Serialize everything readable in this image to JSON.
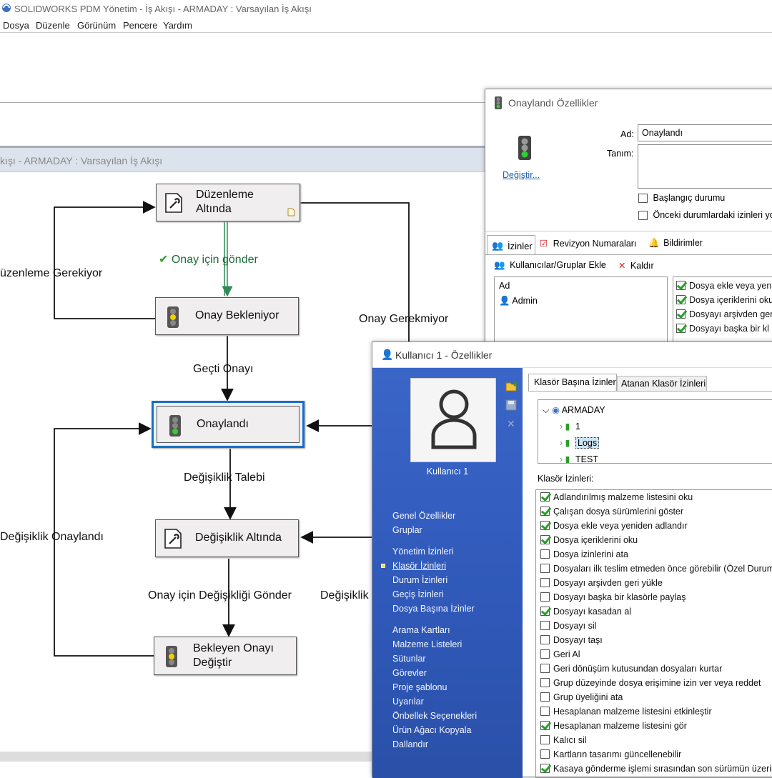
{
  "app": {
    "title": "SOLIDWORKS PDM Yönetim -  İş Akışı - ARMADAY : Varsayılan İş Akışı",
    "menu": [
      "Dosya",
      "Düzenle",
      "Görünüm",
      "Pencere",
      "Yardım"
    ]
  },
  "workflow_window": {
    "title": "kışı - ARMADAY : Varsayılan İş Akışı",
    "states": {
      "duzenleme": "Düzenleme Altında",
      "onay_bekleniyor": "Onay Bekleniyor",
      "onaylandi": "Onaylandı",
      "degisiklik": "Değişiklik Altında",
      "bekleyen": "Bekleyen Onayı Değiştir"
    },
    "transitions": {
      "onay_icin_gonder": "Onay için gönder",
      "duzenleme_gerekiyor": "üzenleme Gerekiyor",
      "onay_gerekmiyor": "Onay Gerekmiyor",
      "gecti_onayi": "Geçti Onayı",
      "degisiklik_talebi": "Değişiklik Talebi",
      "degisiklik_onaylandi": "Değişiklik Onaylandı",
      "onay_icin_degisikligi_gonder": "Onay için Değişikliği Gönder",
      "degisiklik_partial": "Değişiklik"
    }
  },
  "state_props": {
    "title": "Onaylandı Özellikler",
    "change_link": "Değiştir...",
    "ad_label": "Ad:",
    "ad_value": "Onaylandı",
    "tanim_label": "Tanım:",
    "baslangic": "Başlangıç durumu",
    "onceki": "Önceki durumlardaki izinleri yol",
    "tabs": [
      "İzinler",
      "Revizyon Numaraları",
      "Bildirimler"
    ],
    "add_users": "Kullanıcılar/Gruplar Ekle",
    "remove": "Kaldır",
    "list_header": "Ad",
    "list_items": [
      "Admin"
    ],
    "perms": [
      {
        "label": "Dosya ekle veya yeni",
        "on": true
      },
      {
        "label": "Dosya içeriklerini oku",
        "on": true
      },
      {
        "label": "Dosyayı arşivden ger",
        "on": true
      },
      {
        "label": "Dosyayı başka bir kl",
        "on": true
      }
    ]
  },
  "user_props": {
    "title": "Kullanıcı 1 - Özellikler",
    "user_name": "Kullanıcı 1",
    "nav": [
      "Genel Özellikler",
      "Gruplar",
      "",
      "Yönetim İzinleri",
      "Klasör İzinleri",
      "Durum İzinleri",
      "Geçiş İzinleri",
      "Dosya Başına İzinler",
      "",
      "Arama Kartları",
      "Malzeme Listeleri",
      "Sütunlar",
      "Görevler",
      "Proje şablonu",
      "Uyarılar",
      "Önbellek Seçenekleri",
      "Ürün Ağacı Kopyala",
      "Dallandır"
    ],
    "tabs": [
      "Klasör Başına İzinler",
      "Atanan Klasör İzinleri"
    ],
    "tree": {
      "root": "ARMADAY",
      "children": [
        "1",
        "Logs",
        "TEST"
      ]
    },
    "folder_perms_label": "Klasör İzinleri:",
    "perms": [
      {
        "label": "Adlandırılmış malzeme listesini oku",
        "on": true
      },
      {
        "label": "Çalışan dosya sürümlerini göster",
        "on": true
      },
      {
        "label": "Dosya ekle veya yeniden adlandır",
        "on": true
      },
      {
        "label": "Dosya içeriklerini oku",
        "on": true
      },
      {
        "label": "Dosya izinlerini ata",
        "on": false
      },
      {
        "label": "Dosyaları ilk teslim etmeden önce görebilir (Özel Durum)",
        "on": false
      },
      {
        "label": "Dosyayı arşivden geri yükle",
        "on": false
      },
      {
        "label": "Dosyayı başka bir klasörle paylaş",
        "on": false
      },
      {
        "label": "Dosyayı kasadan al",
        "on": true
      },
      {
        "label": "Dosyayı sil",
        "on": false
      },
      {
        "label": "Dosyayı taşı",
        "on": false
      },
      {
        "label": "Geri Al",
        "on": false
      },
      {
        "label": "Geri dönüşüm kutusundan dosyaları kurtar",
        "on": false
      },
      {
        "label": "Grup düzeyinde dosya erişimine izin ver veya reddet",
        "on": false
      },
      {
        "label": "Grup üyeliğini ata",
        "on": false
      },
      {
        "label": "Hesaplanan malzeme listesini etkinleştir",
        "on": false
      },
      {
        "label": "Hesaplanan malzeme listesini gör",
        "on": true
      },
      {
        "label": "Kalıcı sil",
        "on": false
      },
      {
        "label": "Kartların tasarımı güncellenebilir",
        "on": false
      },
      {
        "label": "Kasaya gönderme işlemi sırasından son sürümün üzerine",
        "on": true
      }
    ]
  }
}
